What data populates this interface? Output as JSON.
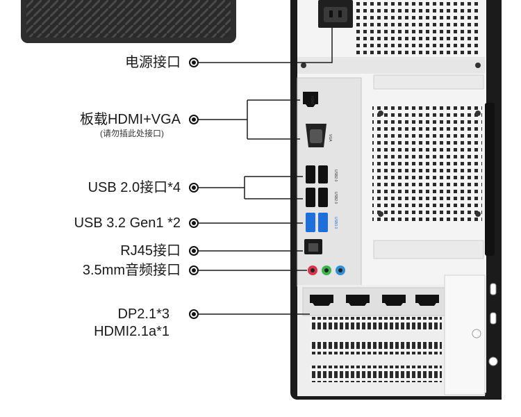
{
  "labels": {
    "power": "电源接口",
    "hdmi_vga": "板载HDMI+VGA",
    "hdmi_vga_note": "(请勿插此处接口)",
    "usb2": "USB 2.0接口*4",
    "usb32": "USB 3.2 Gen1 *2",
    "rj45": "RJ45接口",
    "audio": "3.5mm音频接口",
    "dp": "DP2.1*3",
    "hdmi21": "HDMI2.1a*1"
  },
  "port_marks": {
    "hdmi": "HDMI",
    "vga": "VGA",
    "usb2_a": "USB2.0",
    "usb2_b": "USB2.0",
    "usb3": "USB3.0"
  },
  "colors": {
    "case_black": "#1b1b1b",
    "panel_white": "#f4f4f4",
    "usb3_blue": "#1e6fd9",
    "audio_red": "#d8344a",
    "audio_green": "#3bb54a",
    "audio_blue": "#2f8fd6"
  }
}
